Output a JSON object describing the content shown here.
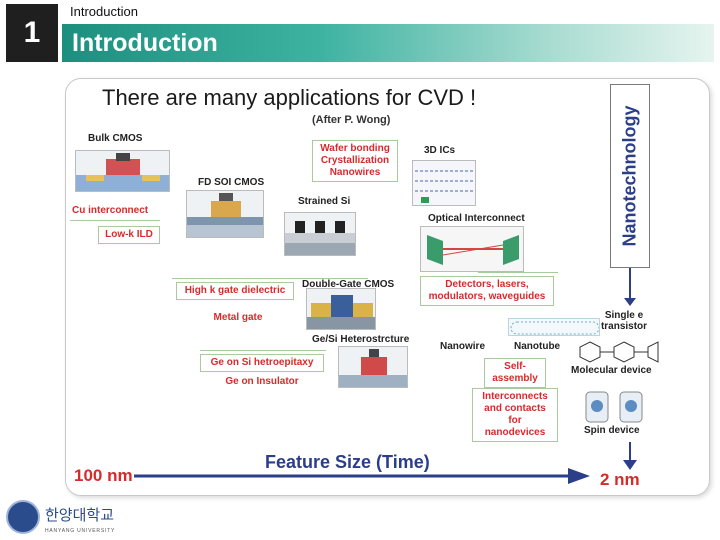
{
  "header": {
    "chapter_number": "1",
    "breadcrumb": "Introduction",
    "title": "Introduction"
  },
  "slide": {
    "heading": "There are many applications for CVD !",
    "credit": "(After P. Wong)",
    "vertical_label": "Nanotechnology",
    "labels": {
      "bulk_cmos": "Bulk CMOS",
      "fd_soi": "FD SOI CMOS",
      "strained_si": "Strained Si",
      "three_d_ics": "3D ICs",
      "optical": "Optical Interconnect",
      "double_gate": "Double-Gate CMOS",
      "ge_si": "Ge/Si Heterostrcture",
      "nanowire": "Nanowire",
      "nanotube": "Nanotube",
      "single_e": "Single e transistor",
      "molecular": "Molecular device",
      "spin": "Spin device"
    },
    "boxes": {
      "wafer_bonding": "Wafer bonding Crystallization Nanowires",
      "cu_interconnect": "Cu interconnect",
      "low_k": "Low-k ILD",
      "detectors": "Detectors, lasers, modulators, waveguides",
      "high_k": "High k gate dielectric",
      "metal_gate": "Metal gate",
      "ge_on_si": "Ge on Si hetroepitaxy",
      "ge_on_insulator": "Ge on Insulator",
      "self_assembly": "Self-assembly",
      "interconnects_nano": "Interconnects and contacts for nanodevices"
    },
    "axis": {
      "left": "100 nm",
      "title": "Feature Size (Time)",
      "right": "2 nm"
    }
  },
  "footer": {
    "university_name": "한양대학교",
    "university_sub": "HANYANG UNIVERSITY"
  },
  "colors": {
    "accent_red": "#d62b2b",
    "accent_blue": "#2b3e8a",
    "band_teal": "#1c8f7f"
  }
}
